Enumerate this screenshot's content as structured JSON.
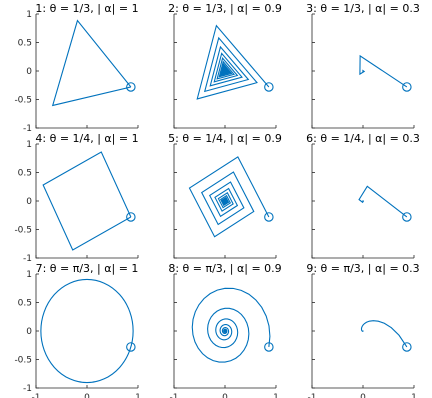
{
  "figure": {
    "line_color": "#0072BD",
    "axis_color": "#262626"
  },
  "chart_data": [
    {
      "type": "line",
      "title": "1: θ = 1/3, | α| = 1",
      "theta_turns": 0.3333333,
      "alpha": 1.0,
      "start": [
        0.86,
        -0.28
      ],
      "xlim": [
        -1,
        1
      ],
      "ylim": [
        -1,
        1
      ],
      "show_x_ticks": false,
      "show_y_ticks": true,
      "x_ticks": [
        "-1",
        "0",
        "1"
      ],
      "y_ticks": [
        "-1",
        "-0.5",
        "0",
        "0.5",
        "1"
      ]
    },
    {
      "type": "line",
      "title": "2: θ = 1/3, | α| = 0.9",
      "theta_turns": 0.3333333,
      "alpha": 0.9,
      "start": [
        0.86,
        -0.28
      ],
      "xlim": [
        -1,
        1
      ],
      "ylim": [
        -1,
        1
      ],
      "show_x_ticks": false,
      "show_y_ticks": false,
      "x_ticks": [
        "-1",
        "0",
        "1"
      ],
      "y_ticks": [
        "-1",
        "-0.5",
        "0",
        "0.5",
        "1"
      ]
    },
    {
      "type": "line",
      "title": "3: θ = 1/3, | α| = 0.3",
      "theta_turns": 0.3333333,
      "alpha": 0.3,
      "start": [
        0.86,
        -0.28
      ],
      "xlim": [
        -1,
        1
      ],
      "ylim": [
        -1,
        1
      ],
      "show_x_ticks": false,
      "show_y_ticks": false,
      "x_ticks": [
        "-1",
        "0",
        "1"
      ],
      "y_ticks": [
        "-1",
        "-0.5",
        "0",
        "0.5",
        "1"
      ]
    },
    {
      "type": "line",
      "title": "4: θ = 1/4, | α| = 1",
      "theta_turns": 0.25,
      "alpha": 1.0,
      "start": [
        0.86,
        -0.28
      ],
      "xlim": [
        -1,
        1
      ],
      "ylim": [
        -1,
        1
      ],
      "show_x_ticks": false,
      "show_y_ticks": true,
      "x_ticks": [
        "-1",
        "0",
        "1"
      ],
      "y_ticks": [
        "-1",
        "-0.5",
        "0",
        "0.5",
        "1"
      ]
    },
    {
      "type": "line",
      "title": "5: θ = 1/4, | α| = 0.9",
      "theta_turns": 0.25,
      "alpha": 0.9,
      "start": [
        0.86,
        -0.28
      ],
      "xlim": [
        -1,
        1
      ],
      "ylim": [
        -1,
        1
      ],
      "show_x_ticks": false,
      "show_y_ticks": false,
      "x_ticks": [
        "-1",
        "0",
        "1"
      ],
      "y_ticks": [
        "-1",
        "-0.5",
        "0",
        "0.5",
        "1"
      ]
    },
    {
      "type": "line",
      "title": "6: θ = 1/4, | α| = 0.3",
      "theta_turns": 0.25,
      "alpha": 0.3,
      "start": [
        0.86,
        -0.28
      ],
      "xlim": [
        -1,
        1
      ],
      "ylim": [
        -1,
        1
      ],
      "show_x_ticks": false,
      "show_y_ticks": false,
      "x_ticks": [
        "-1",
        "0",
        "1"
      ],
      "y_ticks": [
        "-1",
        "-0.5",
        "0",
        "0.5",
        "1"
      ]
    },
    {
      "type": "line",
      "title": "7: θ = π/3, | α| = 1",
      "theta_turns": 0.1666667,
      "alpha": 1.0,
      "start": [
        0.86,
        -0.28
      ],
      "xlim": [
        -1,
        1
      ],
      "ylim": [
        -1,
        1
      ],
      "show_x_ticks": true,
      "show_y_ticks": true,
      "x_ticks": [
        "-1",
        "0",
        "1"
      ],
      "y_ticks": [
        "-1",
        "-0.5",
        "0",
        "0.5",
        "1"
      ]
    },
    {
      "type": "line",
      "title": "8: θ = π/3, | α| = 0.9",
      "theta_turns": 0.1666667,
      "alpha": 0.9,
      "start": [
        0.86,
        -0.28
      ],
      "xlim": [
        -1,
        1
      ],
      "ylim": [
        -1,
        1
      ],
      "show_x_ticks": true,
      "show_y_ticks": false,
      "x_ticks": [
        "-1",
        "0",
        "1"
      ],
      "y_ticks": [
        "-1",
        "-0.5",
        "0",
        "0.5",
        "1"
      ]
    },
    {
      "type": "line",
      "title": "9: θ = π/3, | α| = 0.3",
      "theta_turns": 0.1666667,
      "alpha": 0.3,
      "start": [
        0.86,
        -0.28
      ],
      "xlim": [
        -1,
        1
      ],
      "ylim": [
        -1,
        1
      ],
      "show_x_ticks": true,
      "show_y_ticks": false,
      "x_ticks": [
        "-1",
        "0",
        "1"
      ],
      "y_ticks": [
        "-1",
        "-0.5",
        "0",
        "0.5",
        "1"
      ]
    }
  ]
}
